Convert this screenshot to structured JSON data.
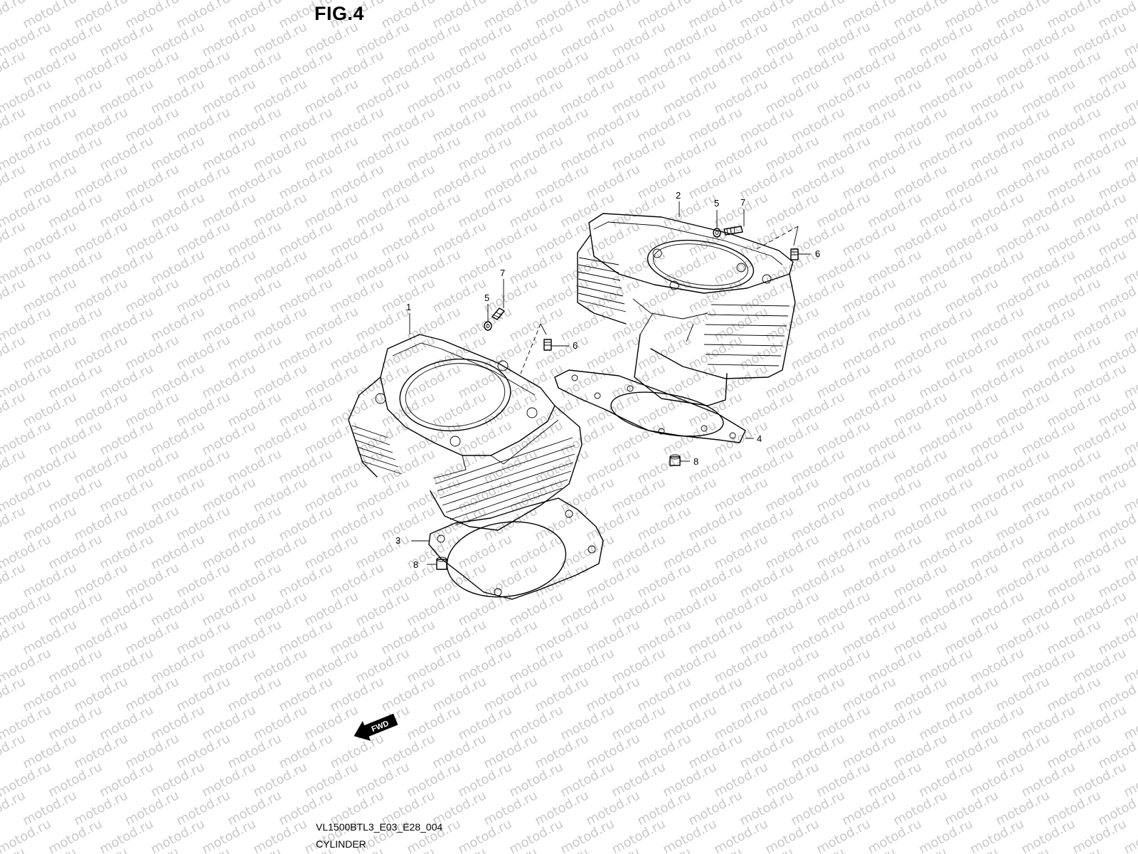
{
  "figure": {
    "title": "FIG.4"
  },
  "footer": {
    "model_code": "VL1500BTL3_E03_E28_004",
    "section_name": "CYLINDER"
  },
  "watermark": {
    "text": "motod.ru",
    "color": "#c9c9c9"
  },
  "fwd_marker": {
    "label": "FWD"
  },
  "callouts": [
    {
      "id": "c1",
      "label": "1"
    },
    {
      "id": "c2",
      "label": "2"
    },
    {
      "id": "c3",
      "label": "3"
    },
    {
      "id": "c4",
      "label": "4"
    },
    {
      "id": "c5a",
      "label": "5"
    },
    {
      "id": "c5b",
      "label": "5"
    },
    {
      "id": "c6a",
      "label": "6"
    },
    {
      "id": "c6b",
      "label": "6"
    },
    {
      "id": "c7a",
      "label": "7"
    },
    {
      "id": "c7b",
      "label": "7"
    },
    {
      "id": "c8a",
      "label": "8"
    },
    {
      "id": "c8b",
      "label": "8"
    }
  ]
}
